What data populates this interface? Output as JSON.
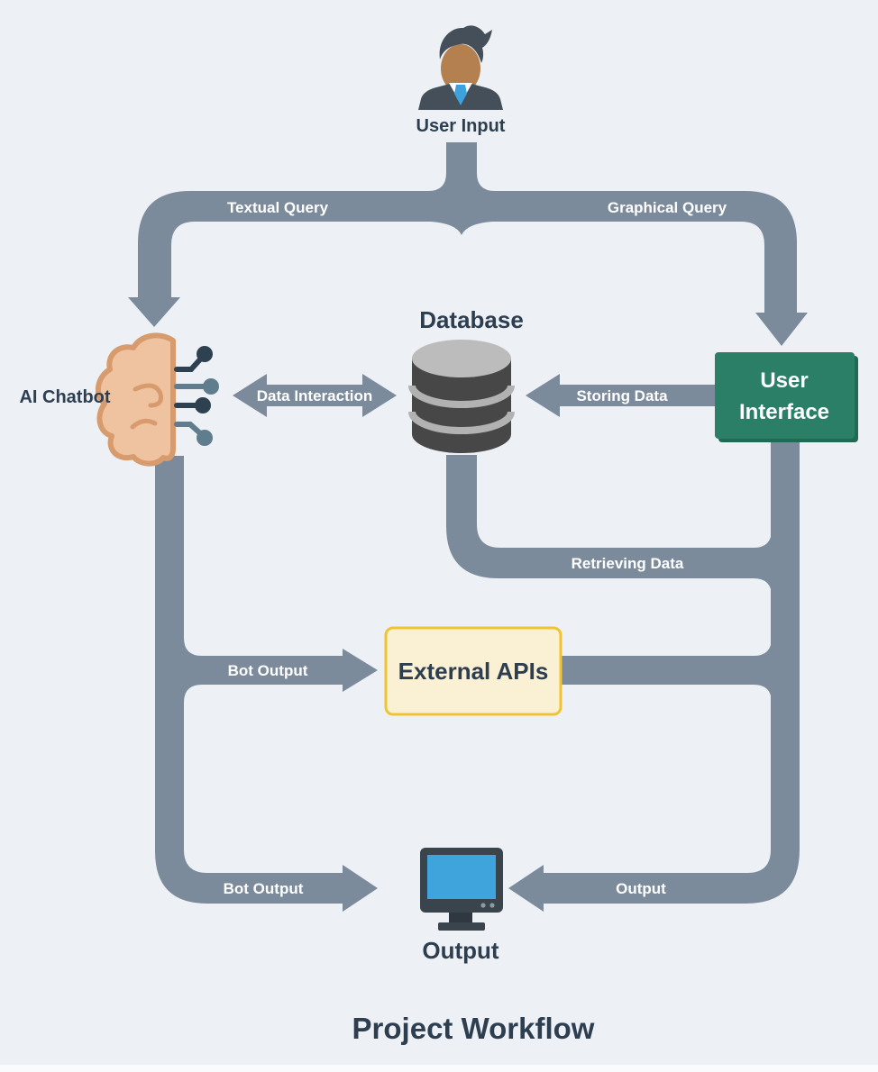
{
  "title": "Project Workflow",
  "nodes": {
    "user_input": {
      "label": "User Input",
      "icon": "person-icon"
    },
    "ai_chatbot": {
      "label": "AI Chatbot",
      "icon": "brain-circuit-icon"
    },
    "database": {
      "label": "Database",
      "icon": "database-cylinder-icon"
    },
    "user_interface": {
      "line1": "User",
      "line2": "Interface",
      "fill": "#2a7f66",
      "shadow": "#1f6a53"
    },
    "external_apis": {
      "label": "External APIs",
      "fill": "#faf0d3",
      "border": "#f0c431"
    },
    "output": {
      "label": "Output",
      "icon": "monitor-icon"
    }
  },
  "edges": {
    "textual_query": {
      "label": "Textual Query",
      "from": "User Input",
      "to": "AI Chatbot"
    },
    "graphical_query": {
      "label": "Graphical Query",
      "from": "User Input",
      "to": "User Interface"
    },
    "data_interaction": {
      "label": "Data Interaction",
      "from": "AI Chatbot",
      "to": "Database",
      "bidirectional": true
    },
    "storing_data": {
      "label": "Storing Data",
      "from": "User Interface",
      "to": "Database"
    },
    "retrieving_data": {
      "label": "Retrieving Data",
      "from": "Database",
      "to": "User Interface line"
    },
    "apis_connector": {
      "label": "",
      "from": "External APIs",
      "to": "User Interface line"
    },
    "bot_output_to_apis": {
      "label": "Bot Output",
      "from": "AI Chatbot",
      "to": "External APIs"
    },
    "bot_output_to_monitor": {
      "label": "Bot Output",
      "from": "AI Chatbot",
      "to": "Output"
    },
    "ui_output": {
      "label": "Output",
      "from": "User Interface",
      "to": "Output"
    }
  },
  "colors": {
    "background": "#edf1f5",
    "pipe": "#7b8b9c",
    "dark_text": "#2d3e50",
    "edge_label_text": "#ffffff",
    "ui_box_fill": "#2a7f66",
    "ui_box_shadow": "#1f6a53",
    "apis_fill": "#faf0d3",
    "apis_border": "#f0c431",
    "db_body": "#474747",
    "db_top": "#bcbcbc",
    "db_stripe": "#b2b2b2",
    "brain_fill": "#f0c3a0",
    "brain_stroke": "#d79b6d",
    "circuit_dark": "#2e4151",
    "circuit_slate": "#5f7d8c",
    "person_dark": "#454f59",
    "skin": "#b5804f",
    "tie_blue": "#3da1dd",
    "monitor_frame": "#3a444d",
    "screen_blue": "#3fa3dc"
  }
}
